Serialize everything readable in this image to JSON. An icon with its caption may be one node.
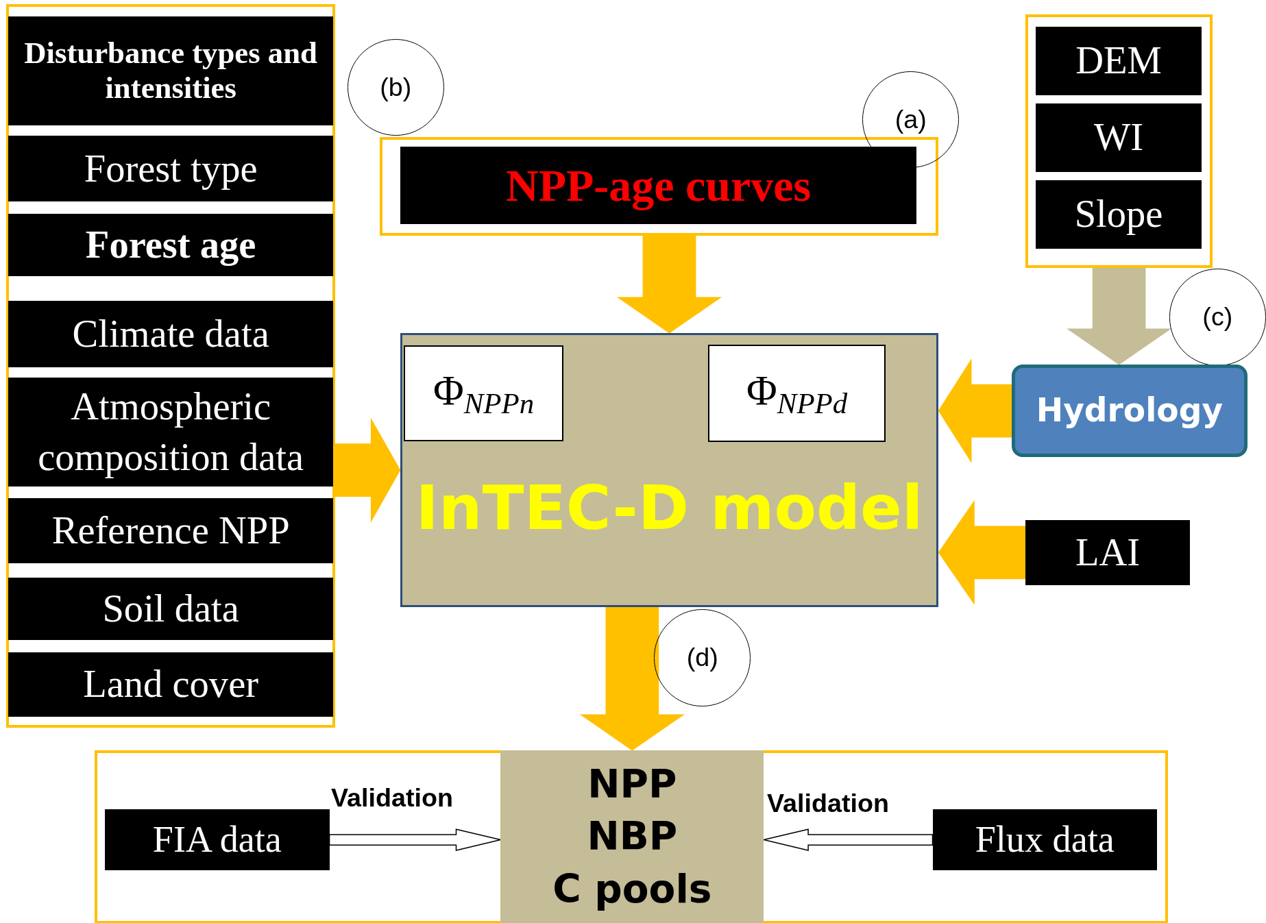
{
  "diagram": {
    "nodes": [
      {
        "text": [],
        "shape": "box"
      },
      {
        "text": [
          "Disturbance types and intensities"
        ],
        "in": 0
      },
      {
        "text": [
          "Forest type"
        ],
        "in": 0
      },
      {
        "text": [
          "Forest age"
        ],
        "in": 0
      },
      {
        "text": [
          "Climate data"
        ],
        "in": 0
      },
      {
        "text": [
          "Atmospheric composition data"
        ],
        "in": 0
      },
      {
        "text": [
          "Reference NPP"
        ],
        "in": 0
      },
      {
        "text": [
          "Soil data"
        ],
        "in": 0
      },
      {
        "text": [
          "Land cover"
        ],
        "in": 0
      },
      {
        "text": [
          "(b)"
        ]
      },
      {
        "text": [],
        "shape": "box"
      },
      {
        "text": [
          "NPP-age curves"
        ],
        "in": 10
      },
      {
        "text": [
          "(a)"
        ]
      },
      {
        "text": [],
        "shape": "box"
      },
      {
        "text": [
          "DEM"
        ],
        "in": 13
      },
      {
        "text": [
          "WI"
        ],
        "in": 13
      },
      {
        "text": [
          "Slope"
        ],
        "in": 13
      },
      {
        "text": [
          "(c)"
        ]
      },
      {
        "text": [
          "Hydrology"
        ]
      },
      {
        "text": [
          "InTEC-D model"
        ]
      },
      {
        "text": [
          "Φ$_{NPPn}$"
        ],
        "in": 19
      },
      {
        "text": [
          "Φ$_{NPPd}$"
        ],
        "in": 19
      },
      {
        "text": [
          "LAI"
        ]
      },
      {
        "text": [
          "(d)"
        ]
      },
      {
        "text": [],
        "shape": "box"
      },
      {
        "text": [
          "FIA data"
        ],
        "in": 24
      },
      {
        "text": [
          "NPP",
          "NBP",
          "C pools"
        ],
        "in": 24
      },
      {
        "text": [
          "Flux data"
        ],
        "in": 24
      }
    ],
    "edges": [
      {
        "from": 10,
        "to": 19,
        "arrow": "to",
        "style": "thick",
        "color": "#ffc000"
      },
      {
        "from": 0,
        "to": 19,
        "arrow": "to",
        "style": "thick",
        "color": "#ffc000"
      },
      {
        "from": 13,
        "to": 18,
        "arrow": "to",
        "style": "thick",
        "color": "#c4bd97"
      },
      {
        "from": 18,
        "to": 19,
        "arrow": "to",
        "style": "thick",
        "color": "#ffc000"
      },
      {
        "from": 22,
        "to": 19,
        "arrow": "to",
        "style": "thick",
        "color": "#ffc000"
      },
      {
        "from": 19,
        "to": 26,
        "arrow": "to",
        "style": "thick",
        "color": "#ffc000"
      },
      {
        "from": 25,
        "to": 26,
        "label": "Validation",
        "arrow": "to",
        "color": "#ffffff"
      },
      {
        "from": 27,
        "to": 26,
        "label": "Validation",
        "arrow": "to",
        "color": "#ffffff"
      }
    ]
  }
}
